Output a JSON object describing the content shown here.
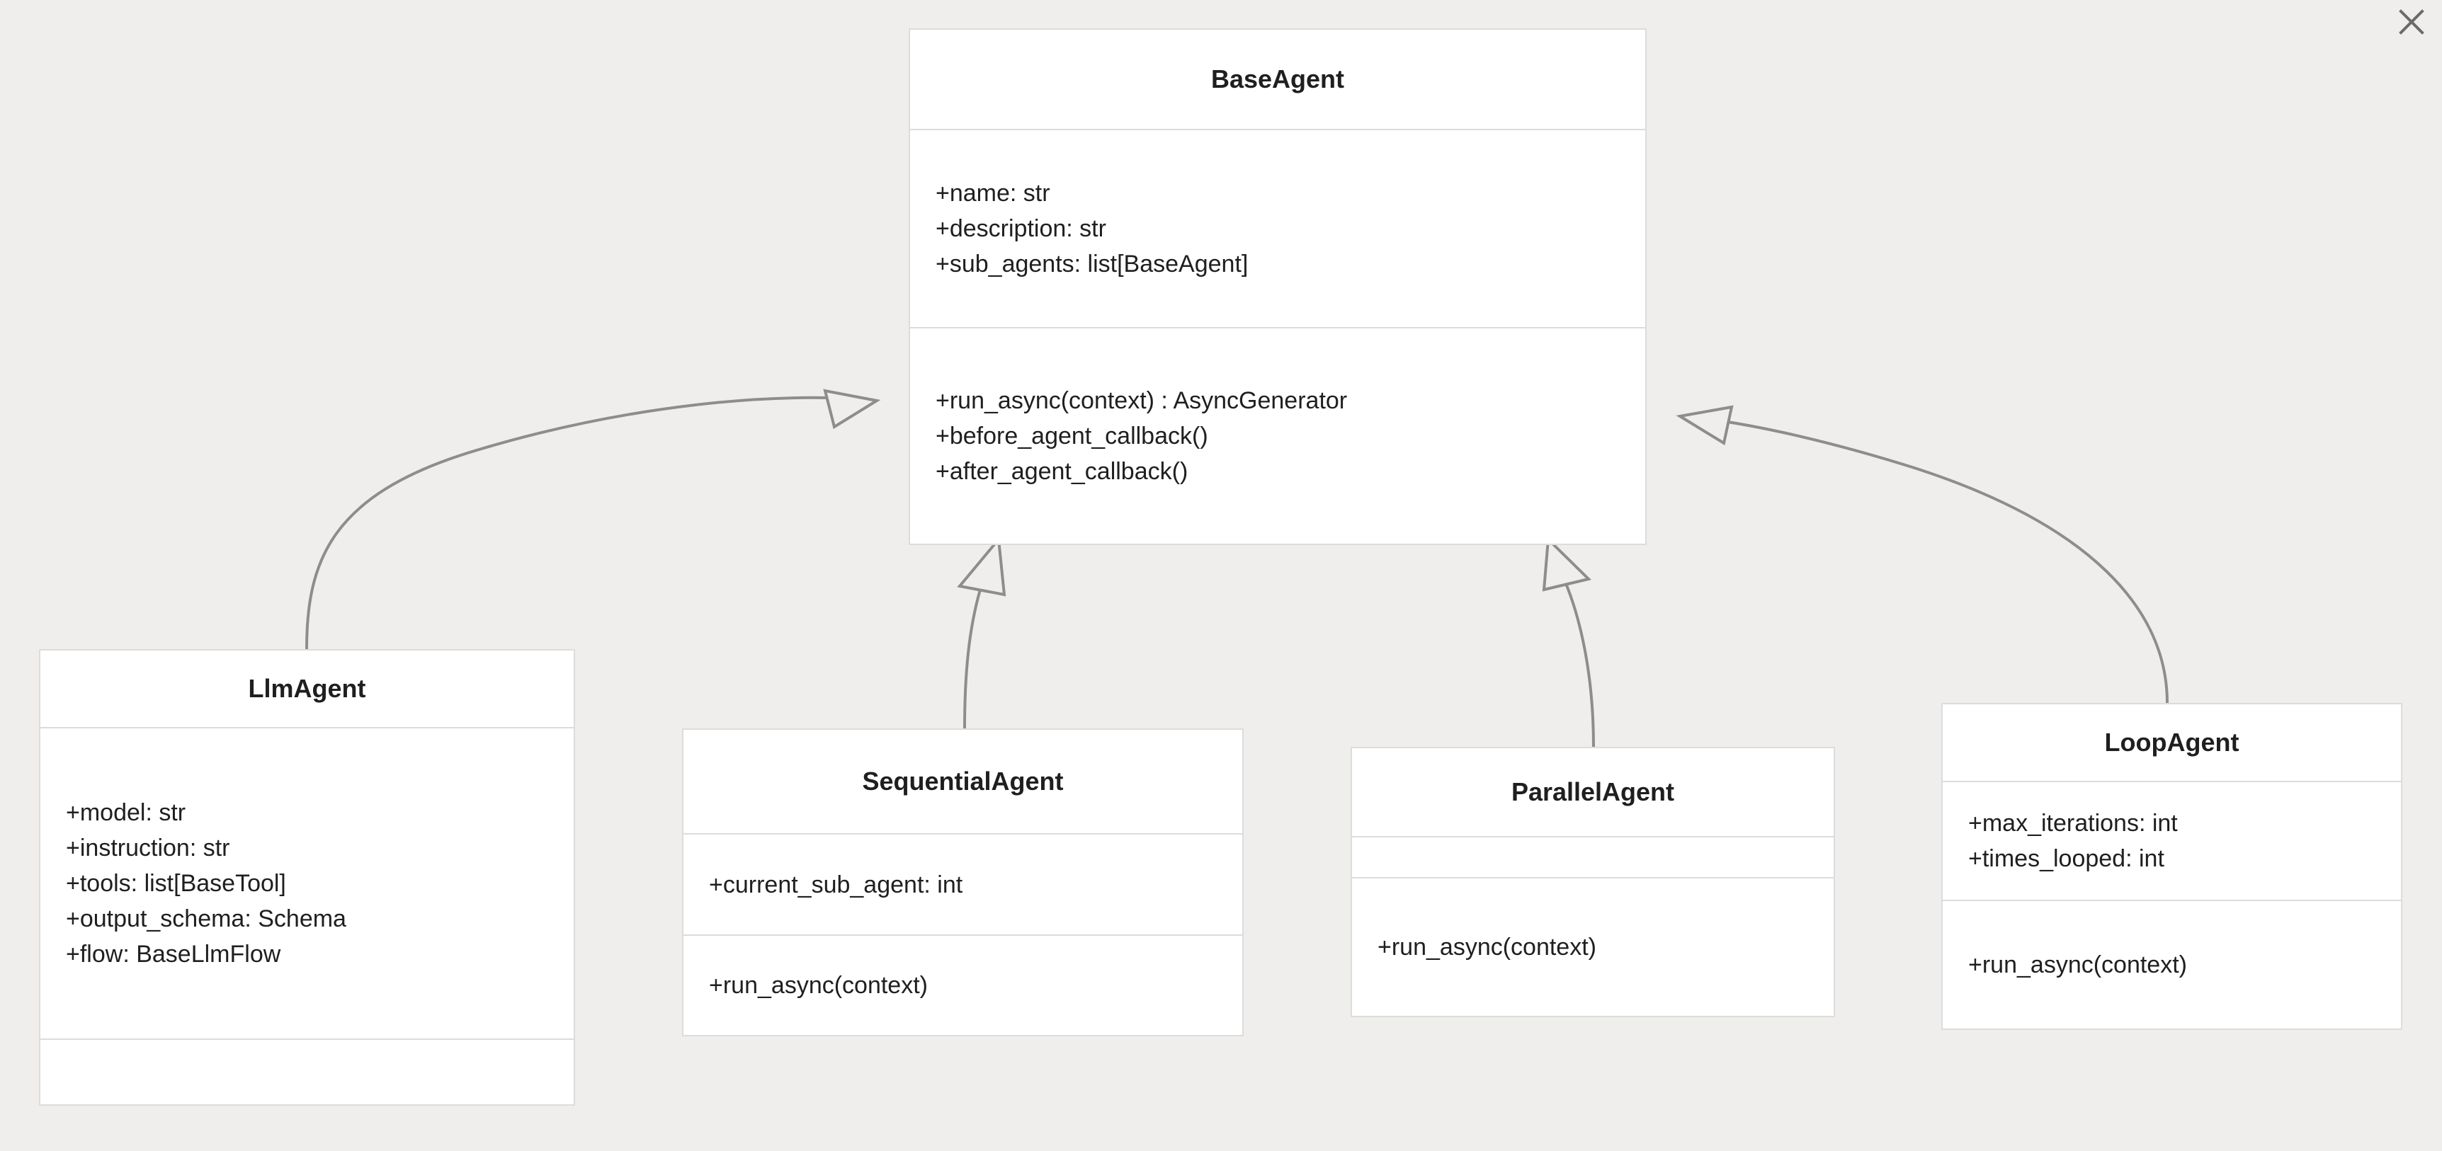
{
  "diagram": {
    "type": "uml-class-diagram",
    "background_color": "#efeeec",
    "box_fill": "#ffffff",
    "box_border": "#dcdcdc",
    "edge_color": "#8d8d8d",
    "text_color": "#1f1f1f",
    "relationship": "generalization",
    "classes": [
      {
        "id": "base-agent",
        "name": "BaseAgent",
        "attributes": [
          "+name: str",
          "+description: str",
          "+sub_agents: list[BaseAgent]"
        ],
        "methods": [
          "+run_async(context) : AsyncGenerator",
          "+before_agent_callback()",
          "+after_agent_callback()"
        ]
      },
      {
        "id": "llm-agent",
        "name": "LlmAgent",
        "attributes": [
          "+model: str",
          "+instruction: str",
          "+tools: list[BaseTool]",
          "+output_schema: Schema",
          "+flow: BaseLlmFlow"
        ],
        "methods": []
      },
      {
        "id": "sequential-agent",
        "name": "SequentialAgent",
        "attributes": [
          "+current_sub_agent: int"
        ],
        "methods": [
          "+run_async(context)"
        ]
      },
      {
        "id": "parallel-agent",
        "name": "ParallelAgent",
        "attributes": [],
        "methods": [
          "+run_async(context)"
        ]
      },
      {
        "id": "loop-agent",
        "name": "LoopAgent",
        "attributes": [
          "+max_iterations: int",
          "+times_looped: int"
        ],
        "methods": [
          "+run_async(context)"
        ]
      }
    ],
    "edges": [
      {
        "from": "llm-agent",
        "to": "base-agent",
        "kind": "generalization"
      },
      {
        "from": "sequential-agent",
        "to": "base-agent",
        "kind": "generalization"
      },
      {
        "from": "parallel-agent",
        "to": "base-agent",
        "kind": "generalization"
      },
      {
        "from": "loop-agent",
        "to": "base-agent",
        "kind": "generalization"
      }
    ]
  },
  "window": {
    "close_icon": "close-icon"
  }
}
